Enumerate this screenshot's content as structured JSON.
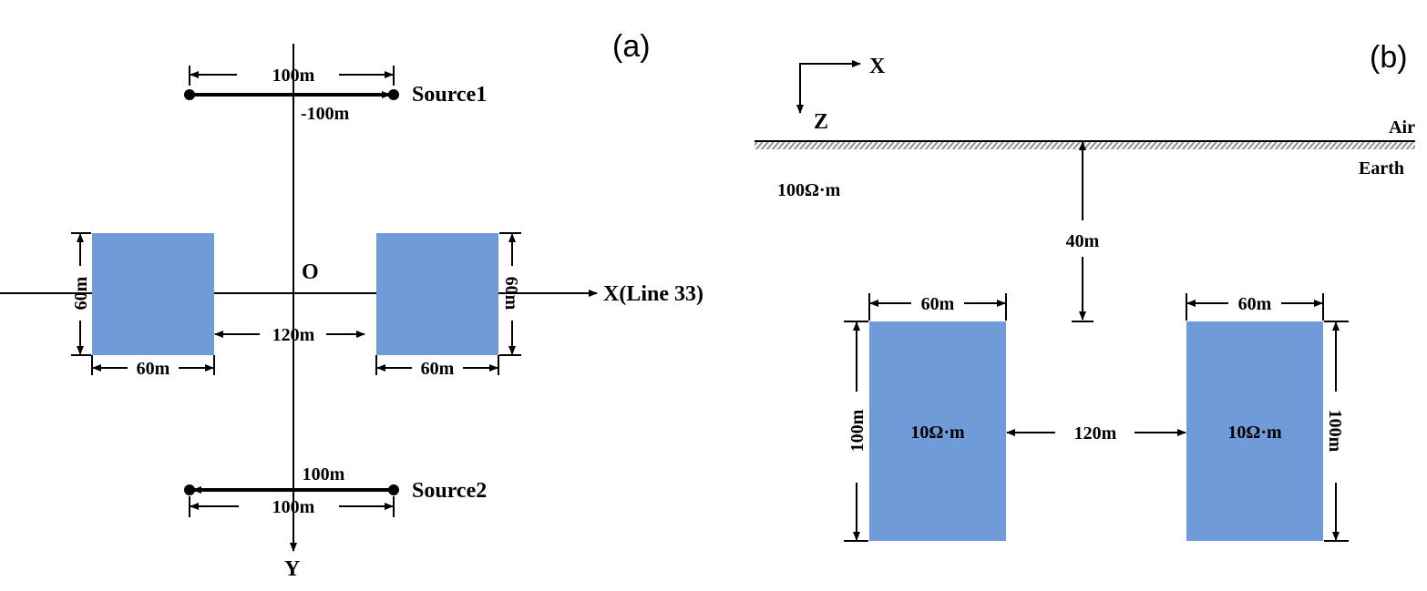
{
  "panel_a": {
    "tag": "(a)",
    "source1": {
      "label": "Source1",
      "length": "100m",
      "offset": "-100m"
    },
    "source2": {
      "label": "Source2",
      "length_top": "100m",
      "length_bottom": "100m"
    },
    "origin": "O",
    "x_axis": "X(Line 33)",
    "y_axis": "Y",
    "left_block": {
      "height": "60m",
      "width": "60m"
    },
    "right_block": {
      "height": "60m",
      "width": "60m"
    },
    "separation": "120m"
  },
  "panel_b": {
    "tag": "(b)",
    "x_axis": "X",
    "z_axis": "Z",
    "air": "Air",
    "earth": "Earth",
    "background_resistivity": "100Ω·m",
    "depth": "40m",
    "left_block": {
      "width": "60m",
      "height": "100m",
      "resistivity": "10Ω·m"
    },
    "right_block": {
      "width": "60m",
      "height": "100m",
      "resistivity": "10Ω·m"
    },
    "separation": "120m"
  },
  "colors": {
    "block": "#6f9bd8"
  }
}
